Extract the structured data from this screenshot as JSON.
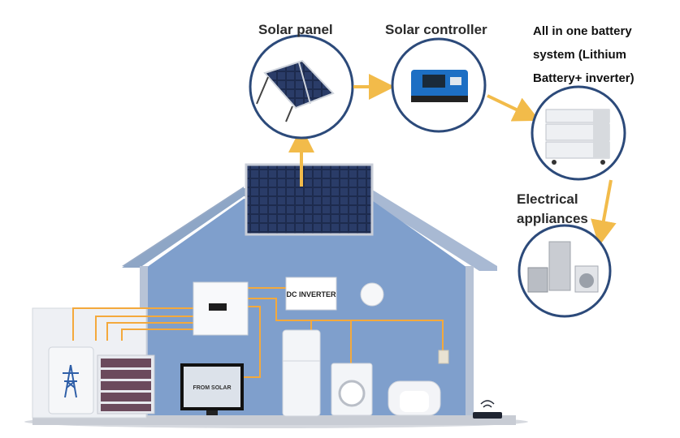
{
  "labels": {
    "solar_panel": "Solar panel",
    "solar_controller": "Solar controller",
    "battery_line1": "All in one battery",
    "battery_line2": "system (Lithium",
    "battery_line3": "Battery+ inverter)",
    "appliances_line1": "Electrical",
    "appliances_line2": "appliances"
  },
  "device_text": {
    "dc_inverter": "DC INVERTER",
    "tv_screen_line1": "FROM SOLAR"
  },
  "colors": {
    "house_wall": "#7f9fcc",
    "roof": "#8ea6c6",
    "wire": "#f4a93c",
    "arrow": "#f2bb4a",
    "circle_border": "#2c4a7a"
  },
  "icons": [
    "transmission-tower-icon",
    "wifi-router-icon"
  ]
}
